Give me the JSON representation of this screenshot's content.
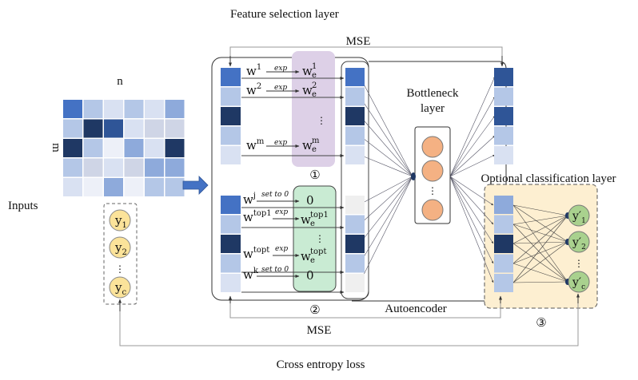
{
  "labels": {
    "feature_selection_layer": "Feature selection layer",
    "mse_top": "MSE",
    "mse_bottom": "MSE",
    "inputs": "Inputs",
    "matrix_cols": "n",
    "matrix_rows": "m",
    "bottleneck_line1": "Bottleneck",
    "bottleneck_line2": "layer",
    "optional_classification_layer": "Optional classification layer",
    "autoencoder": "Autoencoder",
    "cross_entropy_loss": "Cross entropy loss",
    "circle1": "①",
    "circle2": "②",
    "circle3": "③",
    "vdots": "⋮"
  },
  "colors": {
    "c1": "#4472c4",
    "c2": "#b4c7e7",
    "c3": "#1f3864",
    "c4": "#d9e1f2",
    "c5": "#8eaadb",
    "c6": "#edf0f8",
    "c7": "#2f5597",
    "c8": "#cfd5e6",
    "gray": "#efefef",
    "purple_panel": "#ddd0e7",
    "green_panel": "#c9ebd3",
    "yellow_panel": "#fdefd1",
    "orange_node": "#f4b183",
    "yellow_node": "#fbe39a",
    "green_node": "#a9d18e"
  },
  "input_matrix": [
    [
      "c1",
      "c2",
      "c4",
      "c2",
      "c4",
      "c5"
    ],
    [
      "c2",
      "c3",
      "c7",
      "c4",
      "c8",
      "c8"
    ],
    [
      "c3",
      "c2",
      "c6",
      "c5",
      "c4",
      "c3"
    ],
    [
      "c2",
      "c8",
      "c4",
      "c8",
      "c5",
      "c5"
    ],
    [
      "c4",
      "c6",
      "c5",
      "c6",
      "c2",
      "c2"
    ]
  ],
  "feature_selection": {
    "top_input_column": [
      "c1",
      "c2",
      "c3",
      "c2",
      "c4"
    ],
    "bottom_input_column": [
      "c1",
      "c2",
      "c3",
      "c2",
      "c4"
    ],
    "top_rows": [
      {
        "w": "w",
        "w_sup": "1",
        "op": "exp",
        "we": "w",
        "we_sub": "e",
        "we_sup": "1"
      },
      {
        "w": "w",
        "w_sup": "2",
        "op": "exp",
        "we": "w",
        "we_sub": "e",
        "we_sup": "2"
      },
      {
        "w": "w",
        "w_sup": "m",
        "op": "exp",
        "we": "w",
        "we_sub": "e",
        "we_sup": "m"
      }
    ],
    "bottom_rows": [
      {
        "w": "w",
        "w_sup": "j",
        "op": "set to 0",
        "out": "0"
      },
      {
        "w": "w",
        "w_sup": "top1",
        "op": "exp",
        "we": "w",
        "we_sub": "e",
        "we_sup": "top1"
      },
      {
        "w": "w",
        "w_sup": "topt",
        "op": "exp",
        "we": "w",
        "we_sub": "e",
        "we_sup": "topt"
      },
      {
        "w": "w",
        "w_sup": "k",
        "op": "set to 0",
        "out": "0"
      }
    ]
  },
  "encoder_input": {
    "top_column": [
      "c1",
      "c2",
      "c3",
      "c2",
      "c4"
    ],
    "bottom_column": [
      "gray",
      "c2",
      "c3",
      "c2",
      "gray"
    ]
  },
  "bottleneck_nodes": 3,
  "decoder_output": {
    "top_column": [
      "c7",
      "c2",
      "c7",
      "c2",
      "c4"
    ],
    "bottom_column": [
      "c5",
      "c2",
      "c3",
      "c2",
      "c2"
    ]
  },
  "labels_inputs": [
    {
      "base": "y",
      "sub": "1"
    },
    {
      "base": "y",
      "sub": "2"
    },
    {
      "base": "y",
      "sub": "c"
    }
  ],
  "labels_outputs": [
    {
      "base": "y′",
      "sub": "1"
    },
    {
      "base": "y′",
      "sub": "2"
    },
    {
      "base": "y′",
      "sub": "c"
    }
  ]
}
